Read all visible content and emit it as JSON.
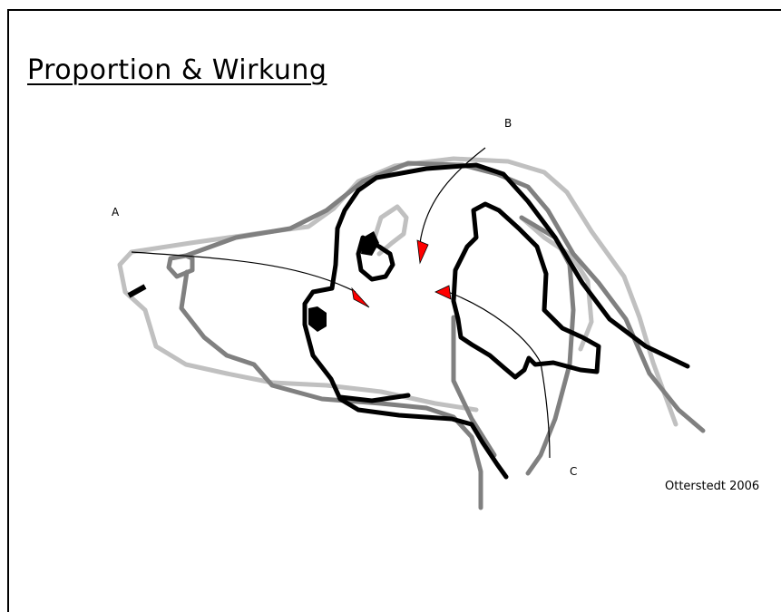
{
  "title": "Proportion & Wirkung",
  "labels": {
    "a": "A",
    "b": "B",
    "c": "C"
  },
  "credit": "Otterstedt 2006",
  "colors": {
    "outline_light": "#c0c0c0",
    "outline_mid": "#808080",
    "outline_dark": "#000000",
    "marker": "#ff0000"
  }
}
